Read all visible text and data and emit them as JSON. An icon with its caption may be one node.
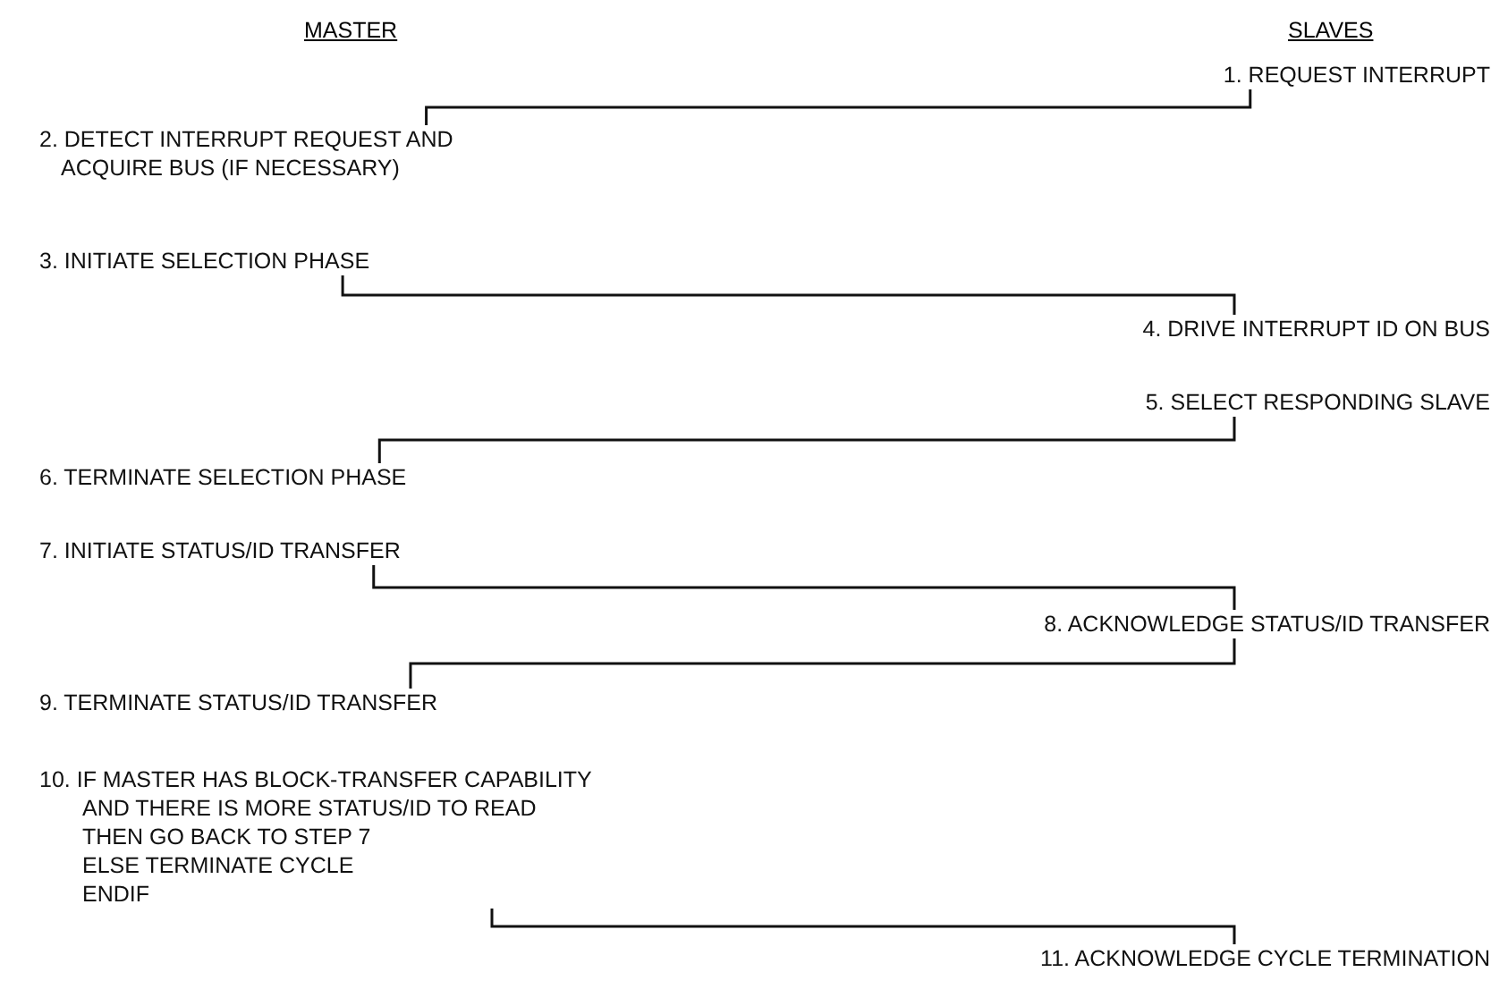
{
  "diagram": {
    "nodes": [
      {
        "text": [
          "1. REQUEST INTERRUPT"
        ]
      },
      {
        "text": [
          "2. DETECT INTERRUPT REQUEST AND ACQUIRE BUS (IF NECESSARY)"
        ]
      },
      {
        "text": [
          "3. INITIATE SELECTION PHASE"
        ]
      },
      {
        "text": [
          "4. DRIVE INTERRUPT ID ON BUS"
        ]
      },
      {
        "text": [
          "5. SELECT RESPONDING SLAVE"
        ]
      },
      {
        "text": [
          "6. TERMINATE SELECTION PHASE"
        ]
      },
      {
        "text": [
          "7. INITIATE STATUS/ID TRANSFER"
        ]
      },
      {
        "text": [
          "8. ACKNOWLEDGE STATUS/ID TRANSFER"
        ]
      },
      {
        "text": [
          "9. TERMINATE STATUS/ID TRANSFER"
        ]
      },
      {
        "text": [
          "10. IF MASTER HAS BLOCK-TRANSFER CAPABILITY",
          "AND THERE IS MORE STATUS/ID TO READ",
          "THEN GO BACK TO STEP 7",
          "ELSE TERMINATE CYCLE",
          "ENDIF"
        ]
      },
      {
        "text": [
          "11. ACKNOWLEDGE CYCLE TERMINATION"
        ]
      }
    ],
    "edges": [
      {
        "from": 0,
        "to": 1,
        "arrow": "none"
      },
      {
        "from": 2,
        "to": 3,
        "arrow": "none"
      },
      {
        "from": 4,
        "to": 5,
        "arrow": "none"
      },
      {
        "from": 6,
        "to": 7,
        "arrow": "none"
      },
      {
        "from": 7,
        "to": 8,
        "arrow": "none"
      },
      {
        "from": 9,
        "to": 10,
        "arrow": "none"
      }
    ],
    "labels": [
      "MASTER",
      "SLAVES"
    ]
  }
}
